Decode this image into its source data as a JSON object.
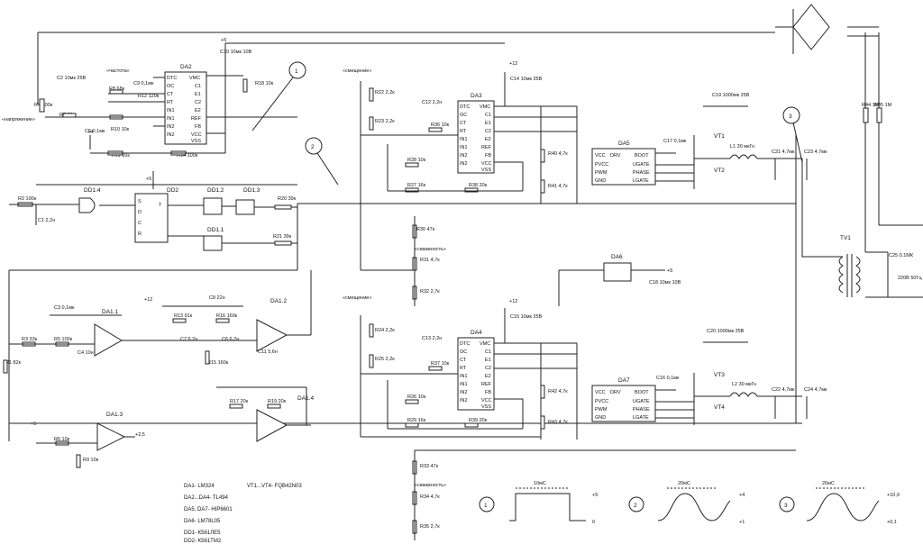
{
  "callouts": {
    "c1": "1",
    "c2": "2",
    "c3": "3"
  },
  "rails": {
    "plus5": "+5",
    "plus12": "+12",
    "plus4": "+4"
  },
  "notes": {
    "chastota": "«частота»",
    "napryazhenie": "«напряжение»",
    "smeshchenie": "«смещение»",
    "skvazhnost": "«скважность»"
  },
  "ics": {
    "da2": "DA2",
    "da3": "DA3",
    "da4": "DA4",
    "da5": "DA5",
    "da6": "DA6",
    "da7": "DA7",
    "da11": "DA1.1",
    "da12": "DA1.2",
    "da13": "DA1.3",
    "da14": "DA1.4",
    "dd14": "DD1.4",
    "dd2": "DD2",
    "dd12": "DD1.2",
    "dd13": "DD1.3",
    "dd11": "DD1.1"
  },
  "tl494_pins": [
    "DTC",
    "VMC",
    "OC",
    "C1",
    "CT",
    "E1",
    "RT",
    "C2",
    "IN1",
    "E2",
    "IN1",
    "REF",
    "IN2",
    "FB",
    "IN2",
    "VCC",
    "VSS"
  ],
  "driver_pins": [
    "VCC",
    "DRV",
    "BOOT",
    "PVCC",
    "UGATE",
    "PWM",
    "PHASE",
    "GND",
    "LGATE"
  ],
  "components": {
    "r4": "R4 100к",
    "r7": "R7 20к",
    "c2": "C2 10мк 25В",
    "c5": "C5 0,1мк",
    "r8": "R8 68к",
    "c9": "C9 0,1мк",
    "r12": "R12 120к",
    "r10": "R10 10к",
    "c10": "C10 10мк 10В",
    "r18": "R18 10к",
    "r11": "R11 16к",
    "r14": "R14 100к",
    "r2": "R2 100к",
    "c1": "C1 2,2н",
    "r20": "R20 39к",
    "r21": "R21 39к",
    "r22": "R22 2,2к",
    "r23": "R23 2,2к",
    "c12": "C12 2,2н",
    "r36": "R36 10к",
    "c14": "C14 10мк 25В",
    "r28": "R28 10к",
    "r27": "R27 16к",
    "r38": "R38 20к",
    "r40": "R40 4,7к",
    "r41": "R41 4,7к",
    "c17": "C17 0,1мк",
    "c19": "C19 1000мк 25В",
    "l1": "L1 30 мкГн",
    "c21": "C21 4,7мк",
    "c23": "C23 4,7мк",
    "r44": "R44 1М",
    "r45": "R45 1М",
    "c25": "C25 0,1МК",
    "mains": "220В 50Гц",
    "r30": "R30 47к",
    "r31": "R31 4,7к",
    "r32": "R32 2,7к",
    "c18": "C18 10мк 10В",
    "c3": "C3 0,1мк",
    "r3": "R3 33к",
    "r5": "R5 100к",
    "c4": "C4 10н",
    "r1": "R1 82к",
    "c8": "C8 22н",
    "r13": "R13 91к",
    "r16": "R16 160к",
    "c7": "C7 6,2н",
    "c6": "C6 6,2н",
    "r15": "R15 160к",
    "c11": "C11 5,6н",
    "r17": "R17 20к",
    "r19": "R19 20к",
    "r6": "R6 10к",
    "r9": "R9 10к",
    "vplus25": "+2,5",
    "r24": "R24 2,2к",
    "r25": "R25 2,2к",
    "c13": "C13 2,2н",
    "r37": "R37 10к",
    "c15": "C15 10мк 25В",
    "r26": "R26 10к",
    "r29": "R29 16к",
    "r39": "R39 20к",
    "r42": "R42 4,7к",
    "r43": "R43 4,7к",
    "c16": "C16 0,1мк",
    "c20": "C20 1000мк 25В",
    "l2": "L2 30 мкГн",
    "c22": "C22 4,7мк",
    "c24": "C24 4,7мк",
    "r33": "R33 47к",
    "r34": "R34 4,7к",
    "r35": "R35 2,7к",
    "vt1": "VT1",
    "vt2": "VT2",
    "vt3": "VT3",
    "vt4": "VT4",
    "tv1": "TV1"
  },
  "legend": {
    "l1": "DA1- LM324",
    "l2": "DA2...DA4- TL494",
    "l3": "DA5, DA7- HIP6601",
    "l4": "DA6- LM78L05",
    "l5": "DD1- К561ЛЕ5",
    "l6": "DD2- К561ТМ2",
    "l7": "VT1...VT4- FQB42N03"
  },
  "waveforms": [
    {
      "id": "1",
      "period": "10мС",
      "top": "+5",
      "bottom": "0"
    },
    {
      "id": "2",
      "period": "20мС",
      "top": "+4",
      "bottom": "+1"
    },
    {
      "id": "3",
      "period": "20мС",
      "top": "+10,9",
      "bottom": "+0,1"
    }
  ]
}
